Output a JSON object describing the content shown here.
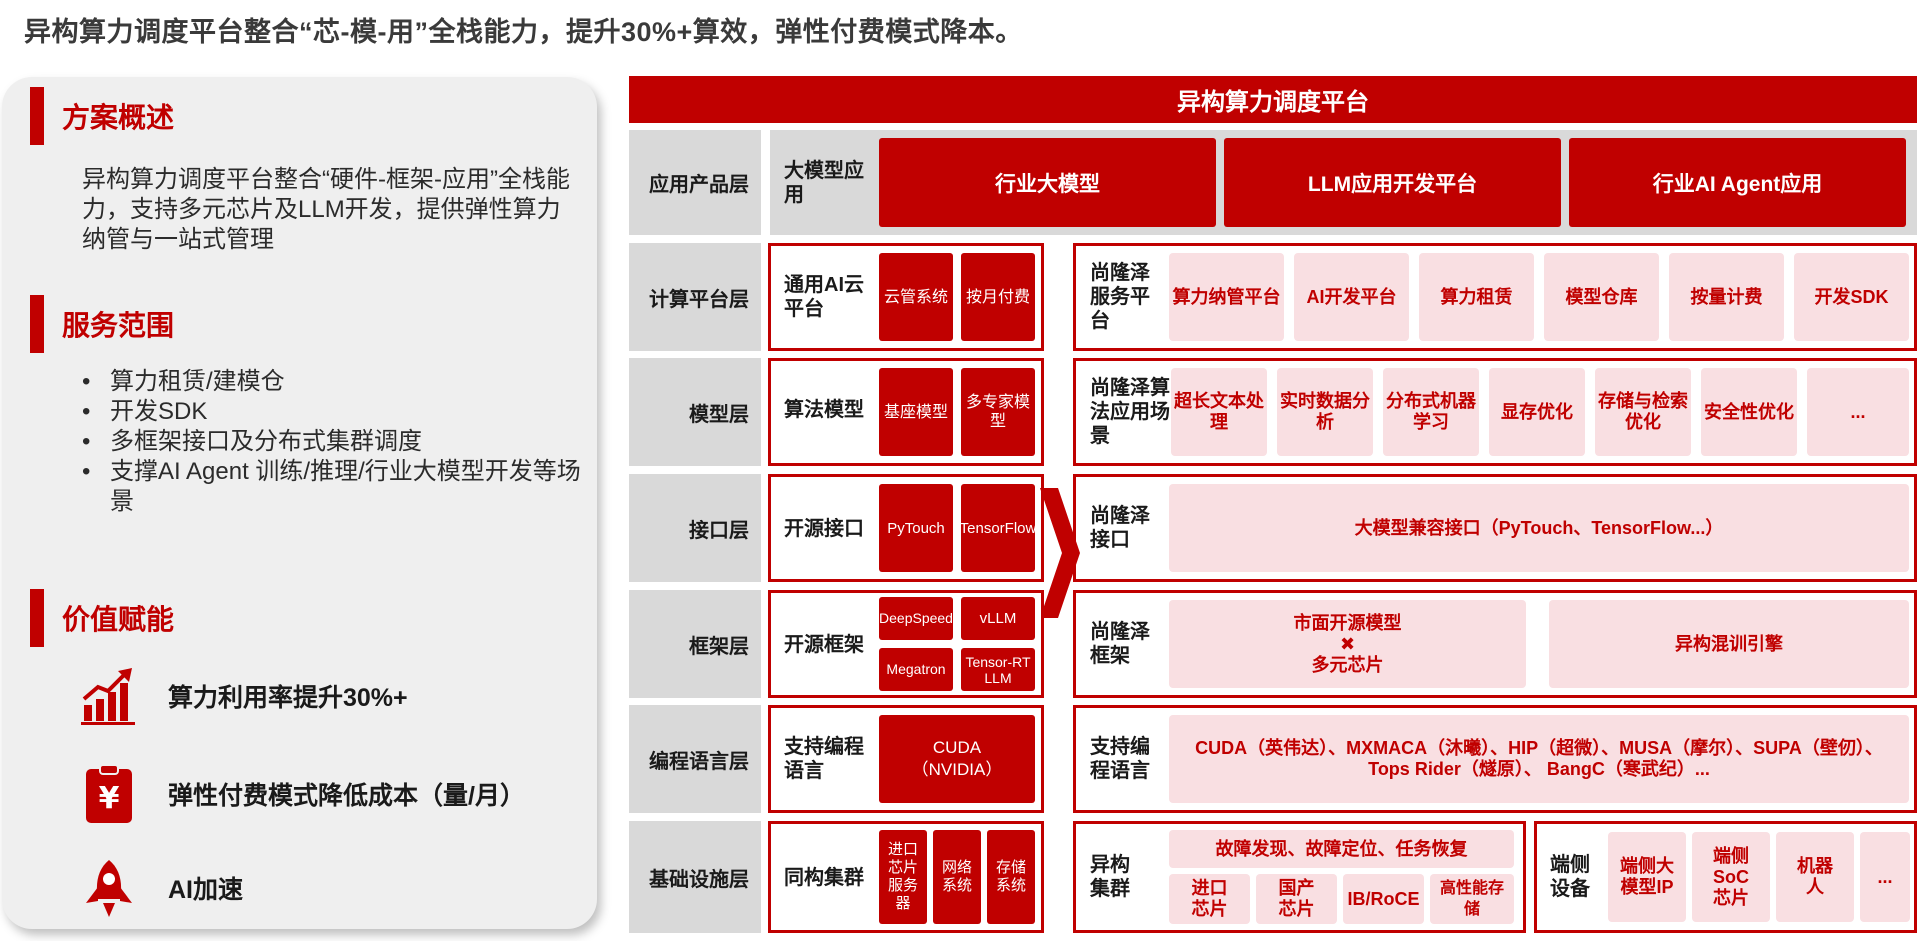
{
  "headline": "异构算力调度平台整合“芯-模-用”全栈能力，提升30%+算效，弹性付费模式降本。",
  "left": {
    "overview_title": "方案概述",
    "overview_text": "异构算力调度平台整合“硬件-框架-应用”全栈能力，支持多元芯片及LLM开发，提供弹性算力纳管与一站式管理",
    "scope_title": "服务范围",
    "scope_items": [
      "算力租赁/建模仓",
      "开发SDK",
      "多框架接口及分布式集群调度",
      "支撑AI Agent 训练/推理/行业大模型开发等场景"
    ],
    "value_title": "价值赋能",
    "values": [
      {
        "label": "算力利用率提升30%+",
        "icon": "chart-growth-icon"
      },
      {
        "label": "弹性付费模式降低成本（量/月）",
        "icon": "yuan-bill-icon"
      },
      {
        "label": "AI加速",
        "icon": "rocket-icon"
      }
    ]
  },
  "diagram": {
    "title": "异构算力调度平台",
    "layers": [
      "应用产品层",
      "计算平台层",
      "模型层",
      "接口层",
      "框架层",
      "编程语言层",
      "基础设施层"
    ],
    "app": {
      "category": "大模型应用",
      "items": [
        "行业大模型",
        "LLM应用开发平台",
        "行业AI Agent应用"
      ]
    },
    "compute": {
      "left_cat": "通用AI云平台",
      "left_items": [
        "云管系统",
        "按月付费"
      ],
      "right_cat": "尚隆泽服务平台",
      "right_items": [
        "算力纳管平台",
        "AI开发平台",
        "算力租赁",
        "模型仓库",
        "按量计费",
        "开发SDK"
      ]
    },
    "model": {
      "left_cat": "算法模型",
      "left_items": [
        "基座模型",
        "多专家模型"
      ],
      "right_cat": "尚隆泽算法应用场景",
      "right_items": [
        "超长文本处理",
        "实时数据分析",
        "分布式机器学习",
        "显存优化",
        "存储与检索优化",
        "安全性优化",
        "..."
      ]
    },
    "interface": {
      "left_cat": "开源接口",
      "left_items": [
        "PyTouch",
        "TensorFlow"
      ],
      "right_cat": "尚隆泽接口",
      "right_item": "大模型兼容接口（PyTouch、TensorFlow...）"
    },
    "framework": {
      "left_cat": "开源框架",
      "left_items": [
        "DeepSpeed",
        "vLLM",
        "Megatron",
        "Tensor-RT LLM"
      ],
      "right_cat": "尚隆泽框架",
      "right_item_1": "市面开源模型",
      "right_item_1_symbol": "✖",
      "right_item_1_sub": "多元芯片",
      "right_item_2": "异构混训引擎"
    },
    "language": {
      "left_cat": "支持编程语言",
      "left_item": "CUDA（NVIDIA）",
      "right_cat": "支持编程语言",
      "right_item": "CUDA（英伟达）、MXMACA（沐曦）、HIP（超微）、MUSA（摩尔）、SUPA（壁仞）、Tops Rider（燧原）、 BangC（寒武纪）..."
    },
    "infra": {
      "left_cat": "同构集群",
      "left_items": [
        "进口芯片服务器",
        "网络系统",
        "存储系统"
      ],
      "mid_cat": "异构集群",
      "mid_top": "故障发现、故障定位、任务恢复",
      "mid_items": [
        "进口芯片",
        "国产芯片",
        "IB/RoCE",
        "高性能存储"
      ],
      "right_cat": "端侧设备",
      "right_items": [
        "端侧大模型IP",
        "端侧SoC芯片",
        "机器人",
        "..."
      ]
    },
    "colors": {
      "primary": "#c00000",
      "pink": "#f9dfe2",
      "gray": "#d9d9d9"
    }
  }
}
